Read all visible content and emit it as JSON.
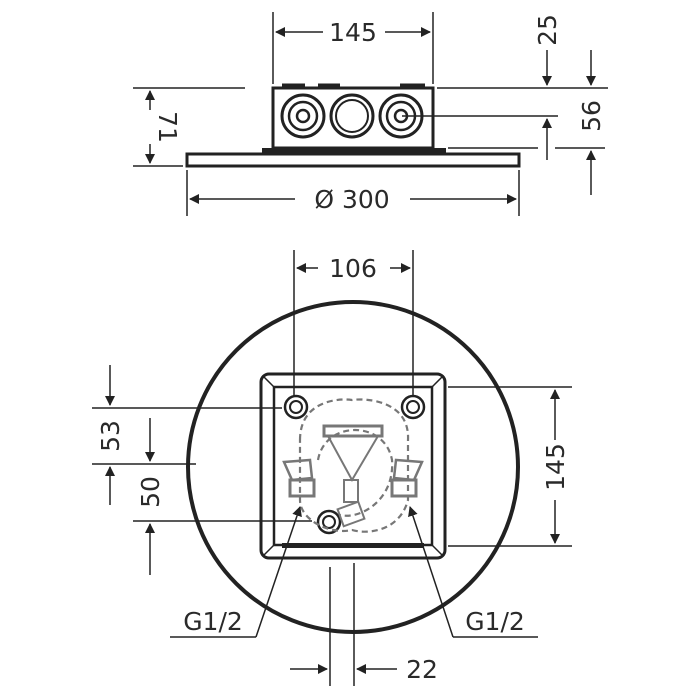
{
  "drawing": {
    "type": "technical-dimension-drawing",
    "colors": {
      "line": "#222222",
      "hidden_line": "#777777",
      "background": "#ffffff"
    },
    "side_view": {
      "dimensions": {
        "box_width": "145",
        "top_offset": "25",
        "outlet_height": "56",
        "total_height": "71",
        "plate_diameter": "Ø 300"
      }
    },
    "top_view": {
      "dimensions": {
        "hole_spacing": "106",
        "box_size": "145",
        "upper_offset": "53",
        "lower_offset": "50",
        "outlet_offset": "22"
      },
      "labels": {
        "left_connection": "G1/2",
        "right_connection": "G1/2"
      }
    }
  }
}
